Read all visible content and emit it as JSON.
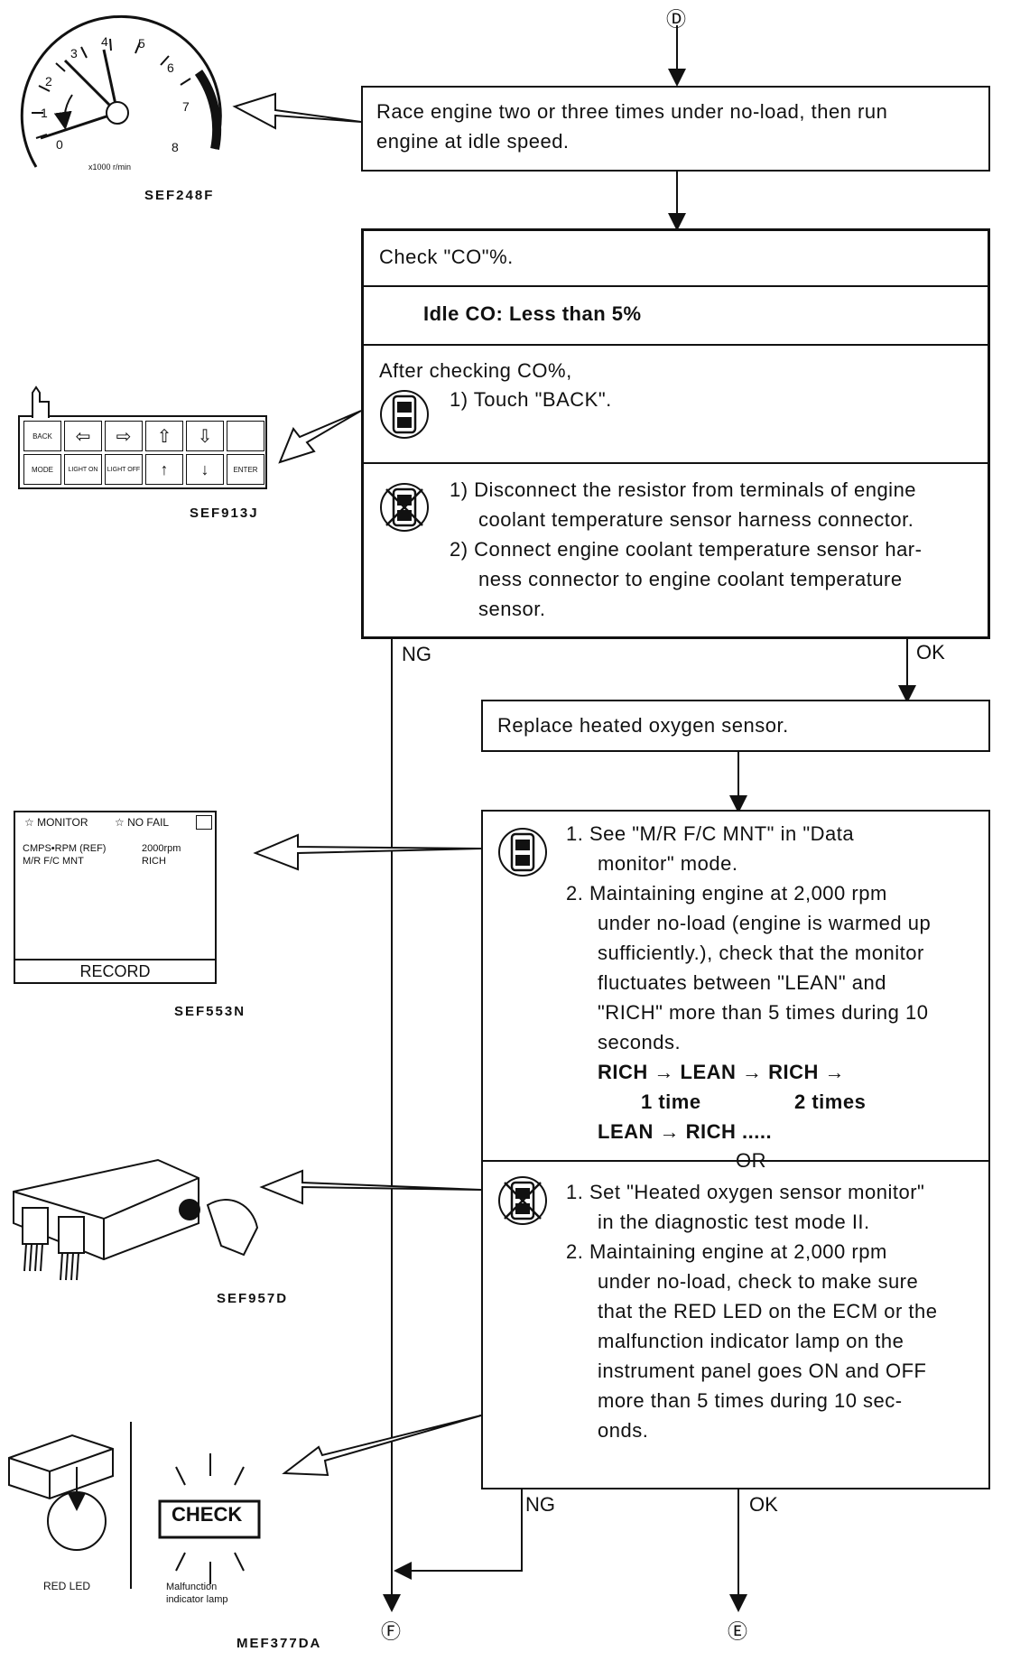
{
  "connector_top": "Ⓓ",
  "box_race": {
    "line1": "Race engine two or three times under no-load, then run",
    "line2": "engine at idle speed."
  },
  "box_co": {
    "check": "Check \"CO\"%.",
    "spec": "Idle CO: Less than 5%",
    "after": "After checking CO%,",
    "touch_back": "1)  Touch \"BACK\".",
    "item1a": "1)  Disconnect the resistor from terminals of engine",
    "item1b": "coolant temperature sensor harness connector.",
    "item2a": "2)  Connect engine coolant temperature sensor har-",
    "item2b": "ness connector to engine coolant temperature",
    "item2c": "sensor."
  },
  "branch1": {
    "ng": "NG",
    "ok": "OK"
  },
  "box_replace": {
    "text": "Replace heated oxygen sensor."
  },
  "box_monitor": {
    "s1a": "1.  See \"M/R F/C MNT\" in \"Data",
    "s1b": "monitor\" mode.",
    "s2a": "2.  Maintaining engine at 2,000 rpm",
    "s2b": "under no-load (engine is warmed up",
    "s2c": "sufficiently.), check that the monitor",
    "s2d": "fluctuates between \"LEAN\" and",
    "s2e": "\"RICH\" more than 5 times during 10",
    "s2f": "seconds.",
    "seq1": "RICH → LEAN → RICH →",
    "once": "1 time",
    "twice": "2 times",
    "seq2": "LEAN → RICH .....",
    "or": "OR",
    "t1a": "1.  Set \"Heated oxygen sensor monitor\"",
    "t1b": "in the diagnostic test mode II.",
    "t2a": "2.  Maintaining engine at 2,000 rpm",
    "t2b": "under no-load, check to make sure",
    "t2c": "that the RED LED on the ECM or the",
    "t2d": "malfunction indicator lamp on the",
    "t2e": "instrument panel goes ON and OFF",
    "t2f": "more than 5 times during 10 sec-",
    "t2g": "onds."
  },
  "branch2": {
    "ng": "NG",
    "ok": "OK"
  },
  "connectors": {
    "f": "Ⓕ",
    "e": "Ⓔ"
  },
  "tach": {
    "ticks": [
      "0",
      "1",
      "2",
      "3",
      "4",
      "5",
      "6",
      "7",
      "8"
    ],
    "unit": "x1000 r/min",
    "code": "SEF248F"
  },
  "keypad": {
    "keys_row1": [
      "BACK",
      "⇦",
      "⇨",
      "⇧",
      "⇩",
      ""
    ],
    "keys_row2": [
      "MODE",
      "LIGHT ON",
      "LIGHT OFF",
      "↑",
      "↓",
      "ENTER"
    ],
    "code": "SEF913J"
  },
  "screen": {
    "header_left": "☆ MONITOR",
    "header_right": "☆ NO FAIL",
    "row1_label": "CMPS•RPM (REF)",
    "row1_value": "2000rpm",
    "row2_label": "M/R F/C MNT",
    "row2_value": "RICH",
    "record": "RECORD",
    "code": "SEF553N"
  },
  "ecm": {
    "code": "SEF957D"
  },
  "led": {
    "red_led": "RED LED",
    "check": "CHECK",
    "mil1": "Malfunction",
    "mil2": "indicator lamp",
    "code": "MEF377DA"
  }
}
